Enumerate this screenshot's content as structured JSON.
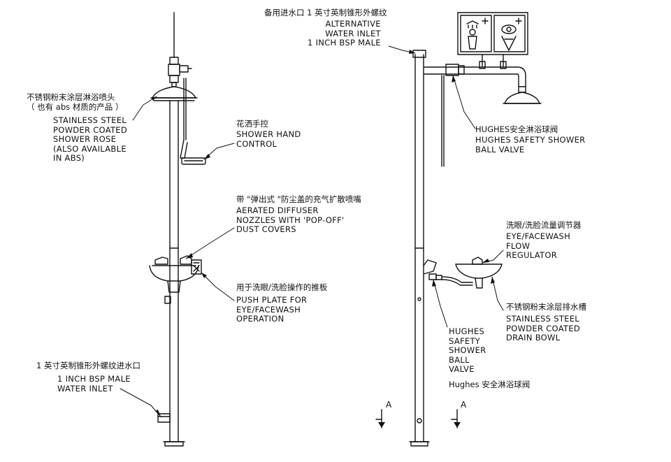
{
  "colors": {
    "line": "#111111",
    "background": "#ffffff"
  },
  "left_unit": {
    "shower_rose": {
      "zh": [
        "不锈钢粉末涂层淋浴喷头",
        "（ 也有 abs 材质的产品 ）"
      ],
      "en": [
        "STAINLESS STEEL",
        "POWDER COATED",
        "SHOWER ROSE",
        "(ALSO AVAILABLE",
        "IN ABS)"
      ]
    },
    "hand_control": {
      "zh": [
        "花洒手控"
      ],
      "en": [
        "SHOWER HAND",
        "CONTROL"
      ]
    },
    "diffuser": {
      "zh": [
        "带 \"弹出式 \"防尘盖的充气扩散喷嘴"
      ],
      "en": [
        "AERATED DIFFUSER",
        "NOZZLES WITH 'POP-OFF'",
        "DUST COVERS"
      ]
    },
    "push_plate": {
      "zh": [
        "用于洗眼/洗脸操作的推板"
      ],
      "en": [
        "PUSH PLATE FOR",
        "EYE/FACEWASH",
        "OPERATION"
      ]
    },
    "water_inlet": {
      "zh": [
        "1 英寸英制锥形外螺纹进水口"
      ],
      "en": [
        "1 INCH BSP MALE",
        "WATER INLET"
      ]
    }
  },
  "right_unit": {
    "alt_inlet": {
      "zh": [
        "备用进水口 1 英寸英制锥形外螺纹"
      ],
      "en": [
        "ALTERNATIVE",
        "WATER INLET",
        "1 INCH BSP MALE"
      ]
    },
    "shower_valve": {
      "zh": [
        "HUGHES安全淋浴球阀"
      ],
      "en": [
        "HUGHES SAFETY SHOWER",
        "BALL VALVE"
      ]
    },
    "flow_regulator": {
      "zh": [
        "洗眼/洗脸流量调节器"
      ],
      "en": [
        "EYE/FACEWASH",
        "FLOW",
        "REGULATOR"
      ]
    },
    "drain_bowl": {
      "zh": [
        "不锈钢粉末涂层排水槽"
      ],
      "en": [
        "STAINLESS STEEL",
        "POWDER COATED",
        "DRAIN BOWL"
      ]
    },
    "lower_valve": {
      "en": [
        "HUGHES",
        "SAFETY",
        "SHOWER",
        "BALL",
        "VALVE"
      ],
      "zh": [
        "Hughes 安全淋浴球阀"
      ]
    },
    "section_marks": [
      "A",
      "A"
    ]
  }
}
